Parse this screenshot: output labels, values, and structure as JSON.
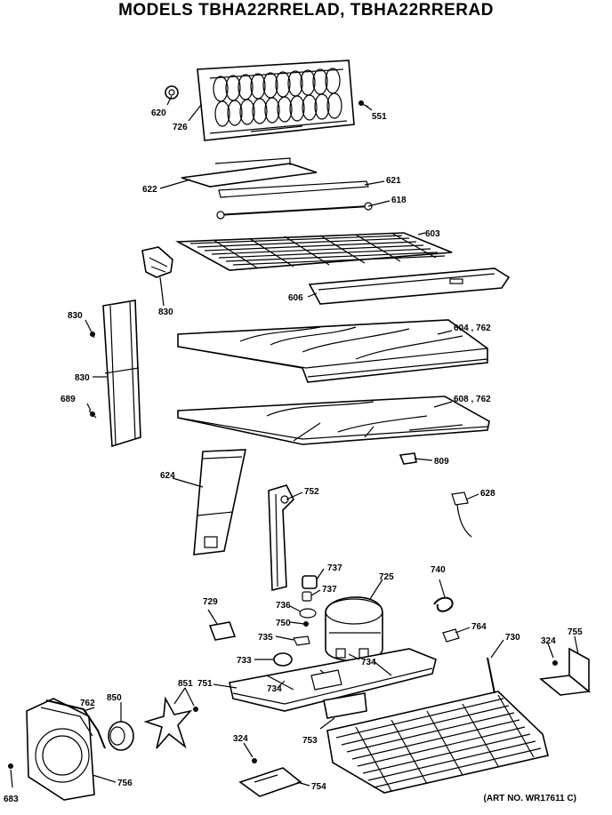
{
  "title": "MODELS TBHA22RRELAD, TBHA22RRERAD",
  "art_no": "(ART NO. WR17611 C)",
  "callouts": {
    "c620": "620",
    "c726": "726",
    "c551": "551",
    "c622": "622",
    "c621": "621",
    "c618": "618",
    "c603": "603",
    "c606": "606",
    "c830a": "830",
    "c830b": "830",
    "c830c": "830",
    "c689": "689",
    "c604": "604 , 762",
    "c608": "608 , 762",
    "c809": "809",
    "c624": "624",
    "c752": "752",
    "c628": "628",
    "c737a": "737",
    "c737b": "737",
    "c725": "725",
    "c740": "740",
    "c729": "729",
    "c736": "736",
    "c750": "750",
    "c735": "735",
    "c764": "764",
    "c730": "730",
    "c324a": "324",
    "c755": "755",
    "c733": "733",
    "c734a": "734",
    "c751": "751",
    "c734b": "734",
    "c762": "762",
    "c850": "850",
    "c851": "851",
    "c753": "753",
    "c324b": "324",
    "c754": "754",
    "c683": "683",
    "c756": "756"
  }
}
